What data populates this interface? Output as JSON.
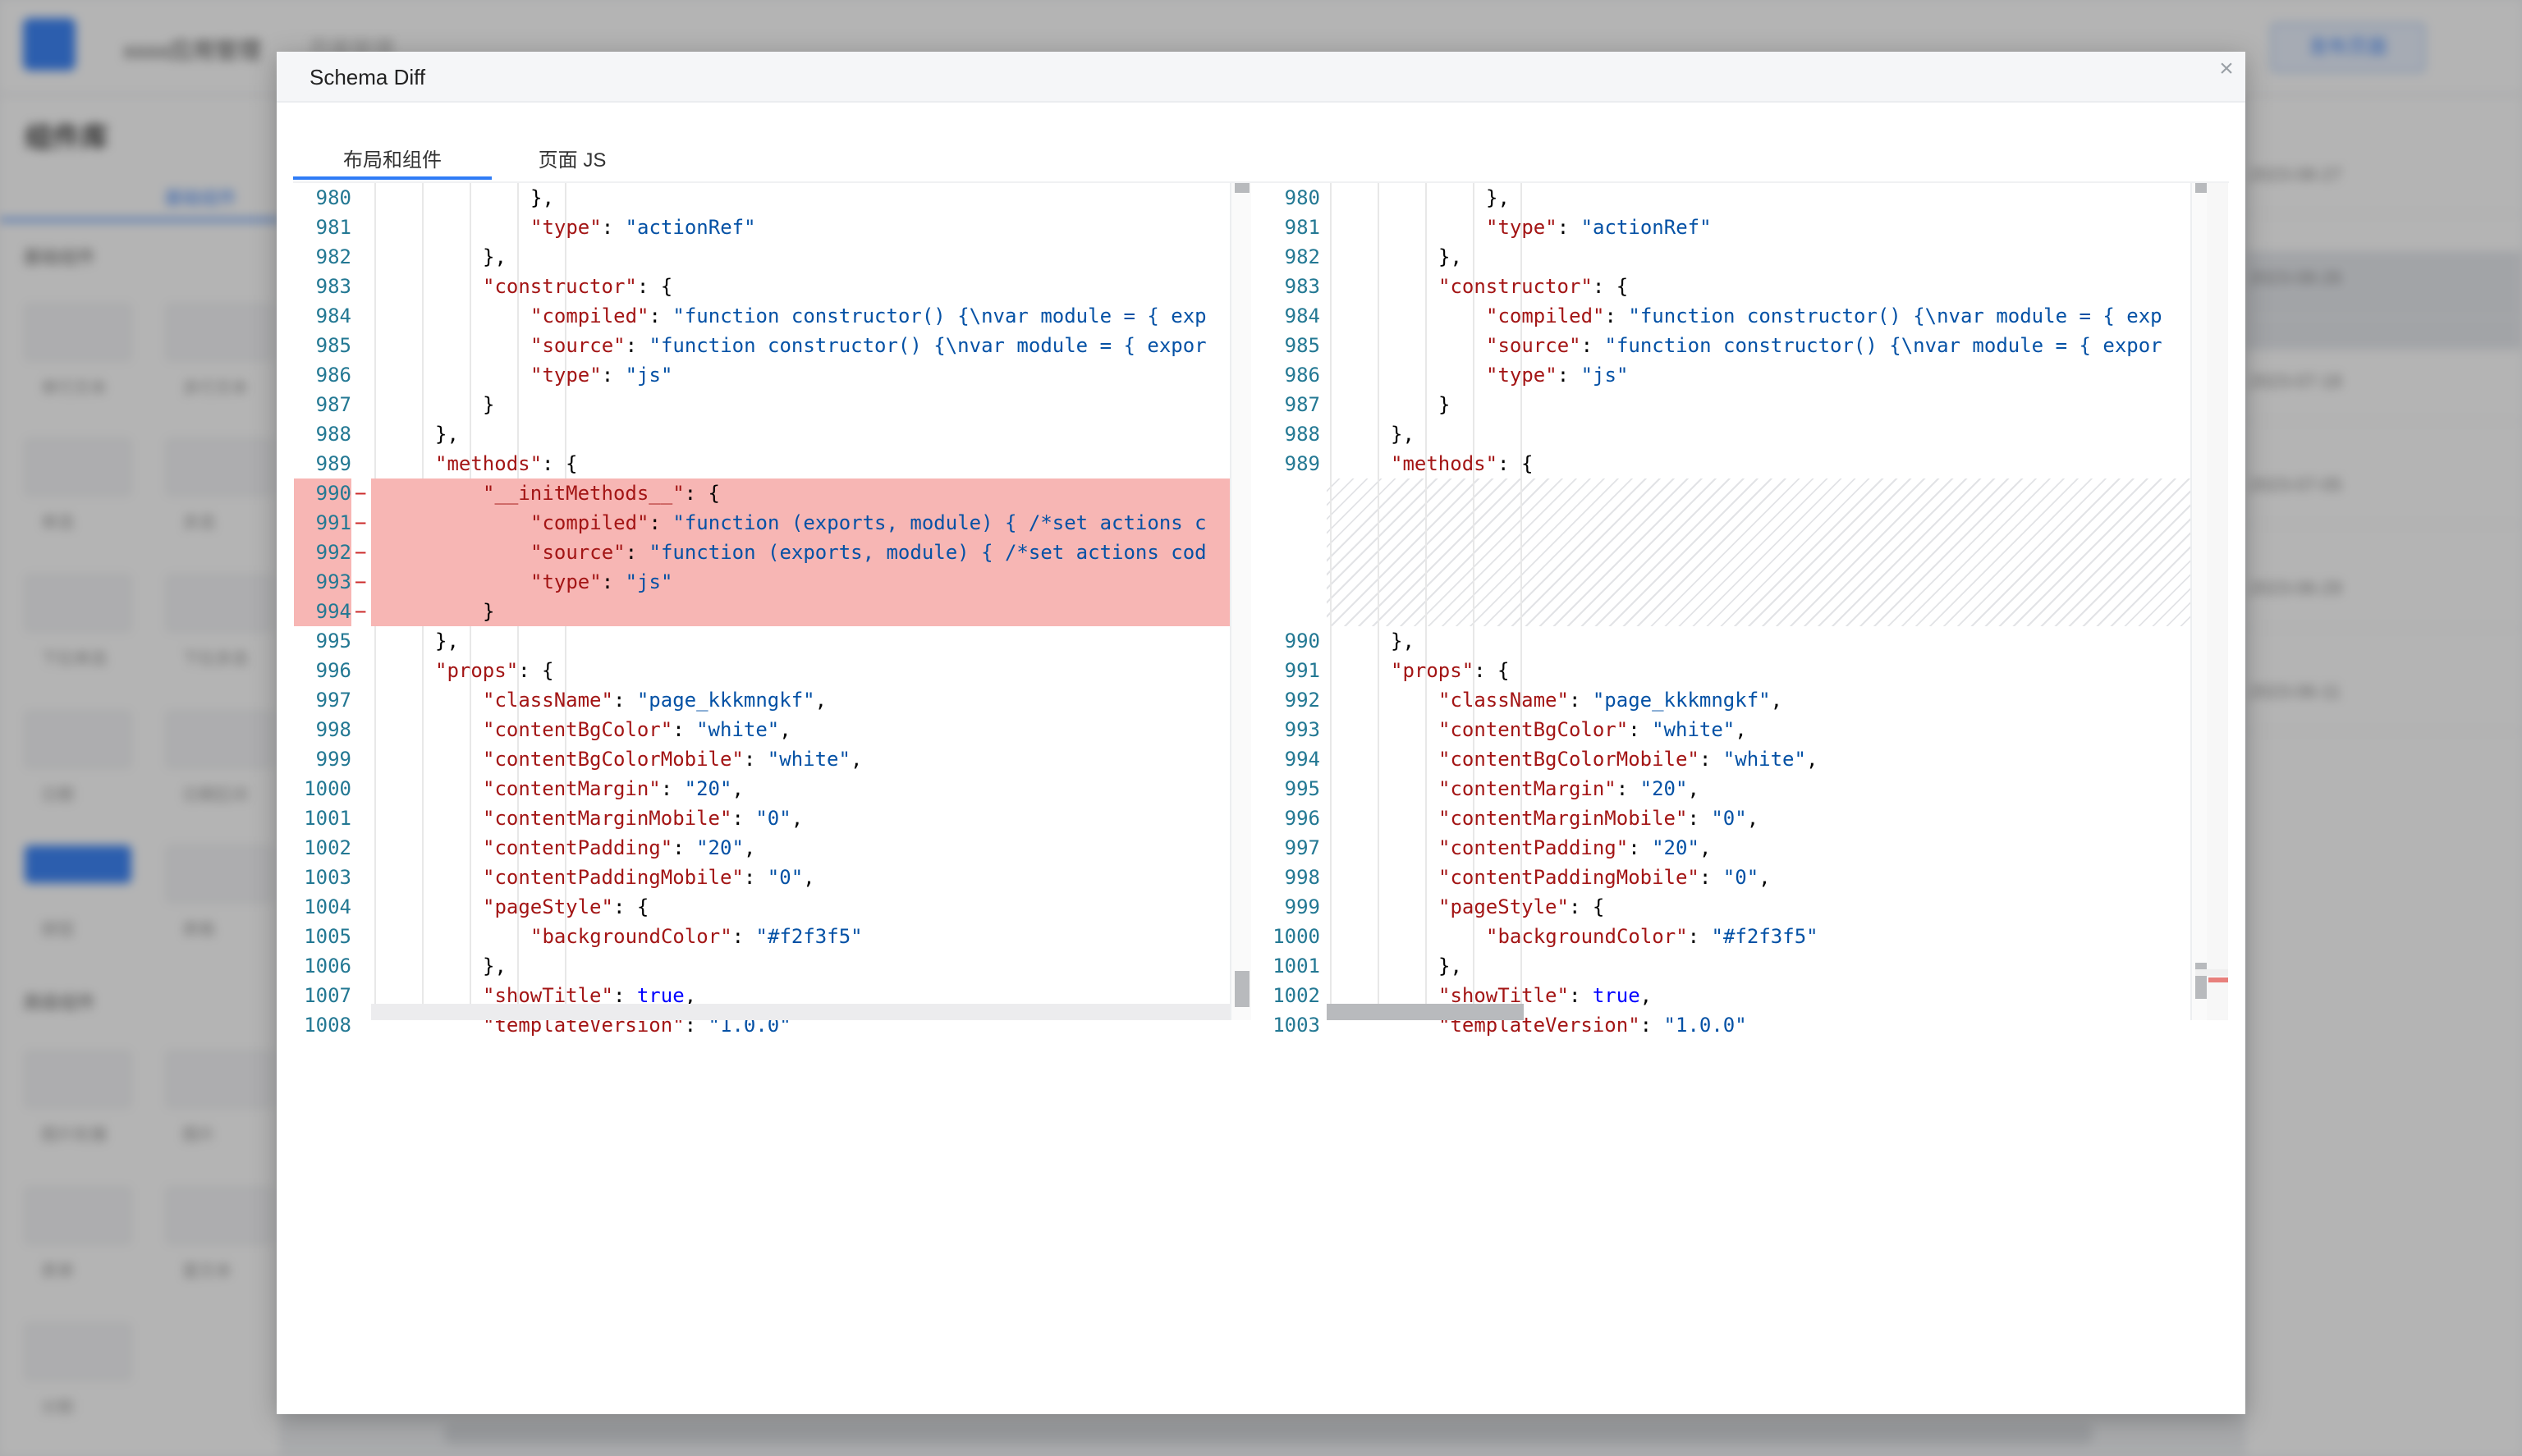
{
  "background": {
    "app_title": "xxxx应用管理",
    "breadcrumb": "页面管理",
    "top_button": "发布页面",
    "side_title": "组件库",
    "side_tab": "基础组件",
    "section_basic": "基础组件",
    "section_advanced": "高级组件",
    "cells": [
      "单行文本",
      "多行文本",
      "单选",
      "多选",
      "下拉单选",
      "下拉多选",
      "日期",
      "日期区间",
      "按钮",
      "表格",
      "图片轮播",
      "图片",
      "表单",
      "富文本",
      "分割"
    ],
    "right_rows": [
      "2023-08-27",
      "2023-08-26",
      "2023-07-18",
      "2023-07-05",
      "2023-06-29",
      "2023-06-11"
    ]
  },
  "modal": {
    "title": "Schema Diff",
    "close_label": "×",
    "tabs": [
      {
        "label": "布局和组件",
        "active": true
      },
      {
        "label": "页面 JS",
        "active": false
      }
    ]
  },
  "diff": {
    "left": {
      "line_numbers": [
        "980",
        "981",
        "982",
        "983",
        "984",
        "985",
        "986",
        "987",
        "988",
        "989",
        "990",
        "991",
        "992",
        "993",
        "994",
        "995",
        "996",
        "997",
        "998",
        "999",
        "1000",
        "1001",
        "1002",
        "1003",
        "1004",
        "1005",
        "1006",
        "1007",
        "1008"
      ],
      "deleted_marker": "−",
      "lines": [
        {
          "indent": 5,
          "parts": [
            [
              "p",
              "},"
            ]
          ]
        },
        {
          "indent": 5,
          "parts": [
            [
              "k",
              "\"type\""
            ],
            [
              "p",
              ": "
            ],
            [
              "v",
              "\"actionRef\""
            ]
          ]
        },
        {
          "indent": 4,
          "parts": [
            [
              "p",
              "},"
            ]
          ]
        },
        {
          "indent": 4,
          "parts": [
            [
              "k",
              "\"constructor\""
            ],
            [
              "p",
              ": {"
            ]
          ]
        },
        {
          "indent": 5,
          "parts": [
            [
              "k",
              "\"compiled\""
            ],
            [
              "p",
              ": "
            ],
            [
              "v",
              "\"function constructor() {\\nvar module = { exp"
            ]
          ]
        },
        {
          "indent": 5,
          "parts": [
            [
              "k",
              "\"source\""
            ],
            [
              "p",
              ": "
            ],
            [
              "v",
              "\"function constructor() {\\nvar module = { expor"
            ]
          ]
        },
        {
          "indent": 5,
          "parts": [
            [
              "k",
              "\"type\""
            ],
            [
              "p",
              ": "
            ],
            [
              "v",
              "\"js\""
            ]
          ]
        },
        {
          "indent": 4,
          "parts": [
            [
              "p",
              "}"
            ]
          ]
        },
        {
          "indent": 3,
          "parts": [
            [
              "p",
              "},"
            ]
          ]
        },
        {
          "indent": 3,
          "parts": [
            [
              "k",
              "\"methods\""
            ],
            [
              "p",
              ": {"
            ]
          ]
        },
        {
          "indent": 4,
          "parts": [
            [
              "k",
              "\"__initMethods__\""
            ],
            [
              "p",
              ": {"
            ]
          ],
          "deleted": true
        },
        {
          "indent": 5,
          "parts": [
            [
              "k",
              "\"compiled\""
            ],
            [
              "p",
              ": "
            ],
            [
              "v",
              "\"function (exports, module) { /*set actions c"
            ]
          ],
          "deleted": true
        },
        {
          "indent": 5,
          "parts": [
            [
              "k",
              "\"source\""
            ],
            [
              "p",
              ": "
            ],
            [
              "v",
              "\"function (exports, module) { /*set actions cod"
            ]
          ],
          "deleted": true
        },
        {
          "indent": 5,
          "parts": [
            [
              "k",
              "\"type\""
            ],
            [
              "p",
              ": "
            ],
            [
              "v",
              "\"js\""
            ]
          ],
          "deleted": true
        },
        {
          "indent": 4,
          "parts": [
            [
              "p",
              "}"
            ]
          ],
          "deleted": true
        },
        {
          "indent": 3,
          "parts": [
            [
              "p",
              "},"
            ]
          ]
        },
        {
          "indent": 3,
          "parts": [
            [
              "k",
              "\"props\""
            ],
            [
              "p",
              ": {"
            ]
          ]
        },
        {
          "indent": 4,
          "parts": [
            [
              "k",
              "\"className\""
            ],
            [
              "p",
              ": "
            ],
            [
              "v",
              "\"page_kkkmngkf\""
            ],
            [
              "p",
              ","
            ]
          ]
        },
        {
          "indent": 4,
          "parts": [
            [
              "k",
              "\"contentBgColor\""
            ],
            [
              "p",
              ": "
            ],
            [
              "v",
              "\"white\""
            ],
            [
              "p",
              ","
            ]
          ]
        },
        {
          "indent": 4,
          "parts": [
            [
              "k",
              "\"contentBgColorMobile\""
            ],
            [
              "p",
              ": "
            ],
            [
              "v",
              "\"white\""
            ],
            [
              "p",
              ","
            ]
          ]
        },
        {
          "indent": 4,
          "parts": [
            [
              "k",
              "\"contentMargin\""
            ],
            [
              "p",
              ": "
            ],
            [
              "v",
              "\"20\""
            ],
            [
              "p",
              ","
            ]
          ]
        },
        {
          "indent": 4,
          "parts": [
            [
              "k",
              "\"contentMarginMobile\""
            ],
            [
              "p",
              ": "
            ],
            [
              "v",
              "\"0\""
            ],
            [
              "p",
              ","
            ]
          ]
        },
        {
          "indent": 4,
          "parts": [
            [
              "k",
              "\"contentPadding\""
            ],
            [
              "p",
              ": "
            ],
            [
              "v",
              "\"20\""
            ],
            [
              "p",
              ","
            ]
          ]
        },
        {
          "indent": 4,
          "parts": [
            [
              "k",
              "\"contentPaddingMobile\""
            ],
            [
              "p",
              ": "
            ],
            [
              "v",
              "\"0\""
            ],
            [
              "p",
              ","
            ]
          ]
        },
        {
          "indent": 4,
          "parts": [
            [
              "k",
              "\"pageStyle\""
            ],
            [
              "p",
              ": {"
            ]
          ]
        },
        {
          "indent": 5,
          "parts": [
            [
              "k",
              "\"backgroundColor\""
            ],
            [
              "p",
              ": "
            ],
            [
              "v",
              "\"#f2f3f5\""
            ]
          ]
        },
        {
          "indent": 4,
          "parts": [
            [
              "p",
              "},"
            ]
          ]
        },
        {
          "indent": 4,
          "parts": [
            [
              "k",
              "\"showTitle\""
            ],
            [
              "p",
              ": "
            ],
            [
              "b",
              "true"
            ],
            [
              "p",
              ","
            ]
          ]
        },
        {
          "indent": 4,
          "parts": [
            [
              "k",
              "\"templateVersion\""
            ],
            [
              "p",
              ": "
            ],
            [
              "v",
              "\"1.0.0\""
            ]
          ]
        }
      ]
    },
    "right": {
      "line_numbers": [
        "980",
        "981",
        "982",
        "983",
        "984",
        "985",
        "986",
        "987",
        "988",
        "989",
        "",
        "",
        "",
        "",
        "",
        "990",
        "991",
        "992",
        "993",
        "994",
        "995",
        "996",
        "997",
        "998",
        "999",
        "1000",
        "1001",
        "1002",
        "1003"
      ],
      "lines": [
        {
          "indent": 5,
          "parts": [
            [
              "p",
              "},"
            ]
          ]
        },
        {
          "indent": 5,
          "parts": [
            [
              "k",
              "\"type\""
            ],
            [
              "p",
              ": "
            ],
            [
              "v",
              "\"actionRef\""
            ]
          ]
        },
        {
          "indent": 4,
          "parts": [
            [
              "p",
              "},"
            ]
          ]
        },
        {
          "indent": 4,
          "parts": [
            [
              "k",
              "\"constructor\""
            ],
            [
              "p",
              ": {"
            ]
          ]
        },
        {
          "indent": 5,
          "parts": [
            [
              "k",
              "\"compiled\""
            ],
            [
              "p",
              ": "
            ],
            [
              "v",
              "\"function constructor() {\\nvar module = { exp"
            ]
          ]
        },
        {
          "indent": 5,
          "parts": [
            [
              "k",
              "\"source\""
            ],
            [
              "p",
              ": "
            ],
            [
              "v",
              "\"function constructor() {\\nvar module = { expor"
            ]
          ]
        },
        {
          "indent": 5,
          "parts": [
            [
              "k",
              "\"type\""
            ],
            [
              "p",
              ": "
            ],
            [
              "v",
              "\"js\""
            ]
          ]
        },
        {
          "indent": 4,
          "parts": [
            [
              "p",
              "}"
            ]
          ]
        },
        {
          "indent": 3,
          "parts": [
            [
              "p",
              "},"
            ]
          ]
        },
        {
          "indent": 3,
          "parts": [
            [
              "k",
              "\"methods\""
            ],
            [
              "p",
              ": {"
            ]
          ]
        },
        null,
        null,
        null,
        null,
        null,
        {
          "indent": 3,
          "parts": [
            [
              "p",
              "},"
            ]
          ]
        },
        {
          "indent": 3,
          "parts": [
            [
              "k",
              "\"props\""
            ],
            [
              "p",
              ": {"
            ]
          ]
        },
        {
          "indent": 4,
          "parts": [
            [
              "k",
              "\"className\""
            ],
            [
              "p",
              ": "
            ],
            [
              "v",
              "\"page_kkkmngkf\""
            ],
            [
              "p",
              ","
            ]
          ]
        },
        {
          "indent": 4,
          "parts": [
            [
              "k",
              "\"contentBgColor\""
            ],
            [
              "p",
              ": "
            ],
            [
              "v",
              "\"white\""
            ],
            [
              "p",
              ","
            ]
          ]
        },
        {
          "indent": 4,
          "parts": [
            [
              "k",
              "\"contentBgColorMobile\""
            ],
            [
              "p",
              ": "
            ],
            [
              "v",
              "\"white\""
            ],
            [
              "p",
              ","
            ]
          ]
        },
        {
          "indent": 4,
          "parts": [
            [
              "k",
              "\"contentMargin\""
            ],
            [
              "p",
              ": "
            ],
            [
              "v",
              "\"20\""
            ],
            [
              "p",
              ","
            ]
          ]
        },
        {
          "indent": 4,
          "parts": [
            [
              "k",
              "\"contentMarginMobile\""
            ],
            [
              "p",
              ": "
            ],
            [
              "v",
              "\"0\""
            ],
            [
              "p",
              ","
            ]
          ]
        },
        {
          "indent": 4,
          "parts": [
            [
              "k",
              "\"contentPadding\""
            ],
            [
              "p",
              ": "
            ],
            [
              "v",
              "\"20\""
            ],
            [
              "p",
              ","
            ]
          ]
        },
        {
          "indent": 4,
          "parts": [
            [
              "k",
              "\"contentPaddingMobile\""
            ],
            [
              "p",
              ": "
            ],
            [
              "v",
              "\"0\""
            ],
            [
              "p",
              ","
            ]
          ]
        },
        {
          "indent": 4,
          "parts": [
            [
              "k",
              "\"pageStyle\""
            ],
            [
              "p",
              ": {"
            ]
          ]
        },
        {
          "indent": 5,
          "parts": [
            [
              "k",
              "\"backgroundColor\""
            ],
            [
              "p",
              ": "
            ],
            [
              "v",
              "\"#f2f3f5\""
            ]
          ]
        },
        {
          "indent": 4,
          "parts": [
            [
              "p",
              "},"
            ]
          ]
        },
        {
          "indent": 4,
          "parts": [
            [
              "k",
              "\"showTitle\""
            ],
            [
              "p",
              ": "
            ],
            [
              "b",
              "true"
            ],
            [
              "p",
              ","
            ]
          ]
        },
        {
          "indent": 4,
          "parts": [
            [
              "k",
              "\"templateVersion\""
            ],
            [
              "p",
              ": "
            ],
            [
              "v",
              "\"1.0.0\""
            ]
          ]
        }
      ]
    }
  },
  "colors": {
    "accent": "#2f7cf6",
    "deleted_bg": "#f7b6b4",
    "json_key": "#a31515",
    "json_string": "#0451a5",
    "line_number": "#237893"
  }
}
